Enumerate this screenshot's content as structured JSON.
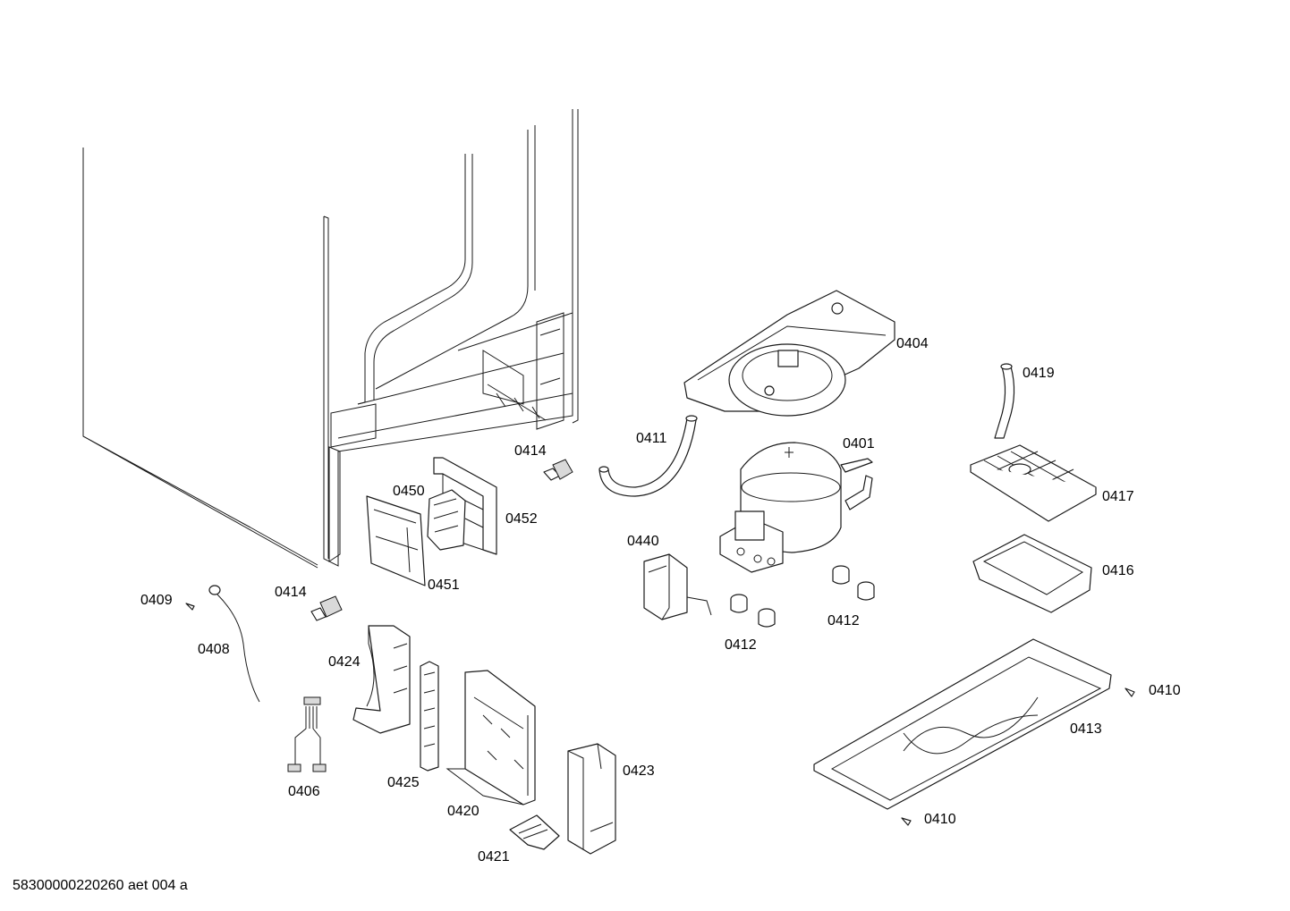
{
  "labels": {
    "p0404": "0404",
    "p0419": "0419",
    "p0411": "0411",
    "p0401": "0401",
    "p0414a": "0414",
    "p0414b": "0414",
    "p0450": "0450",
    "p0452": "0452",
    "p0451": "0451",
    "p0417": "0417",
    "p0440": "0440",
    "p0416": "0416",
    "p0412a": "0412",
    "p0412b": "0412",
    "p0409": "0409",
    "p0408": "0408",
    "p0424": "0424",
    "p0410a": "0410",
    "p0410b": "0410",
    "p0413": "0413",
    "p0425": "0425",
    "p0406": "0406",
    "p0420": "0420",
    "p0423": "0423",
    "p0421": "0421"
  },
  "footer": "58300000220260 aet 004 a"
}
